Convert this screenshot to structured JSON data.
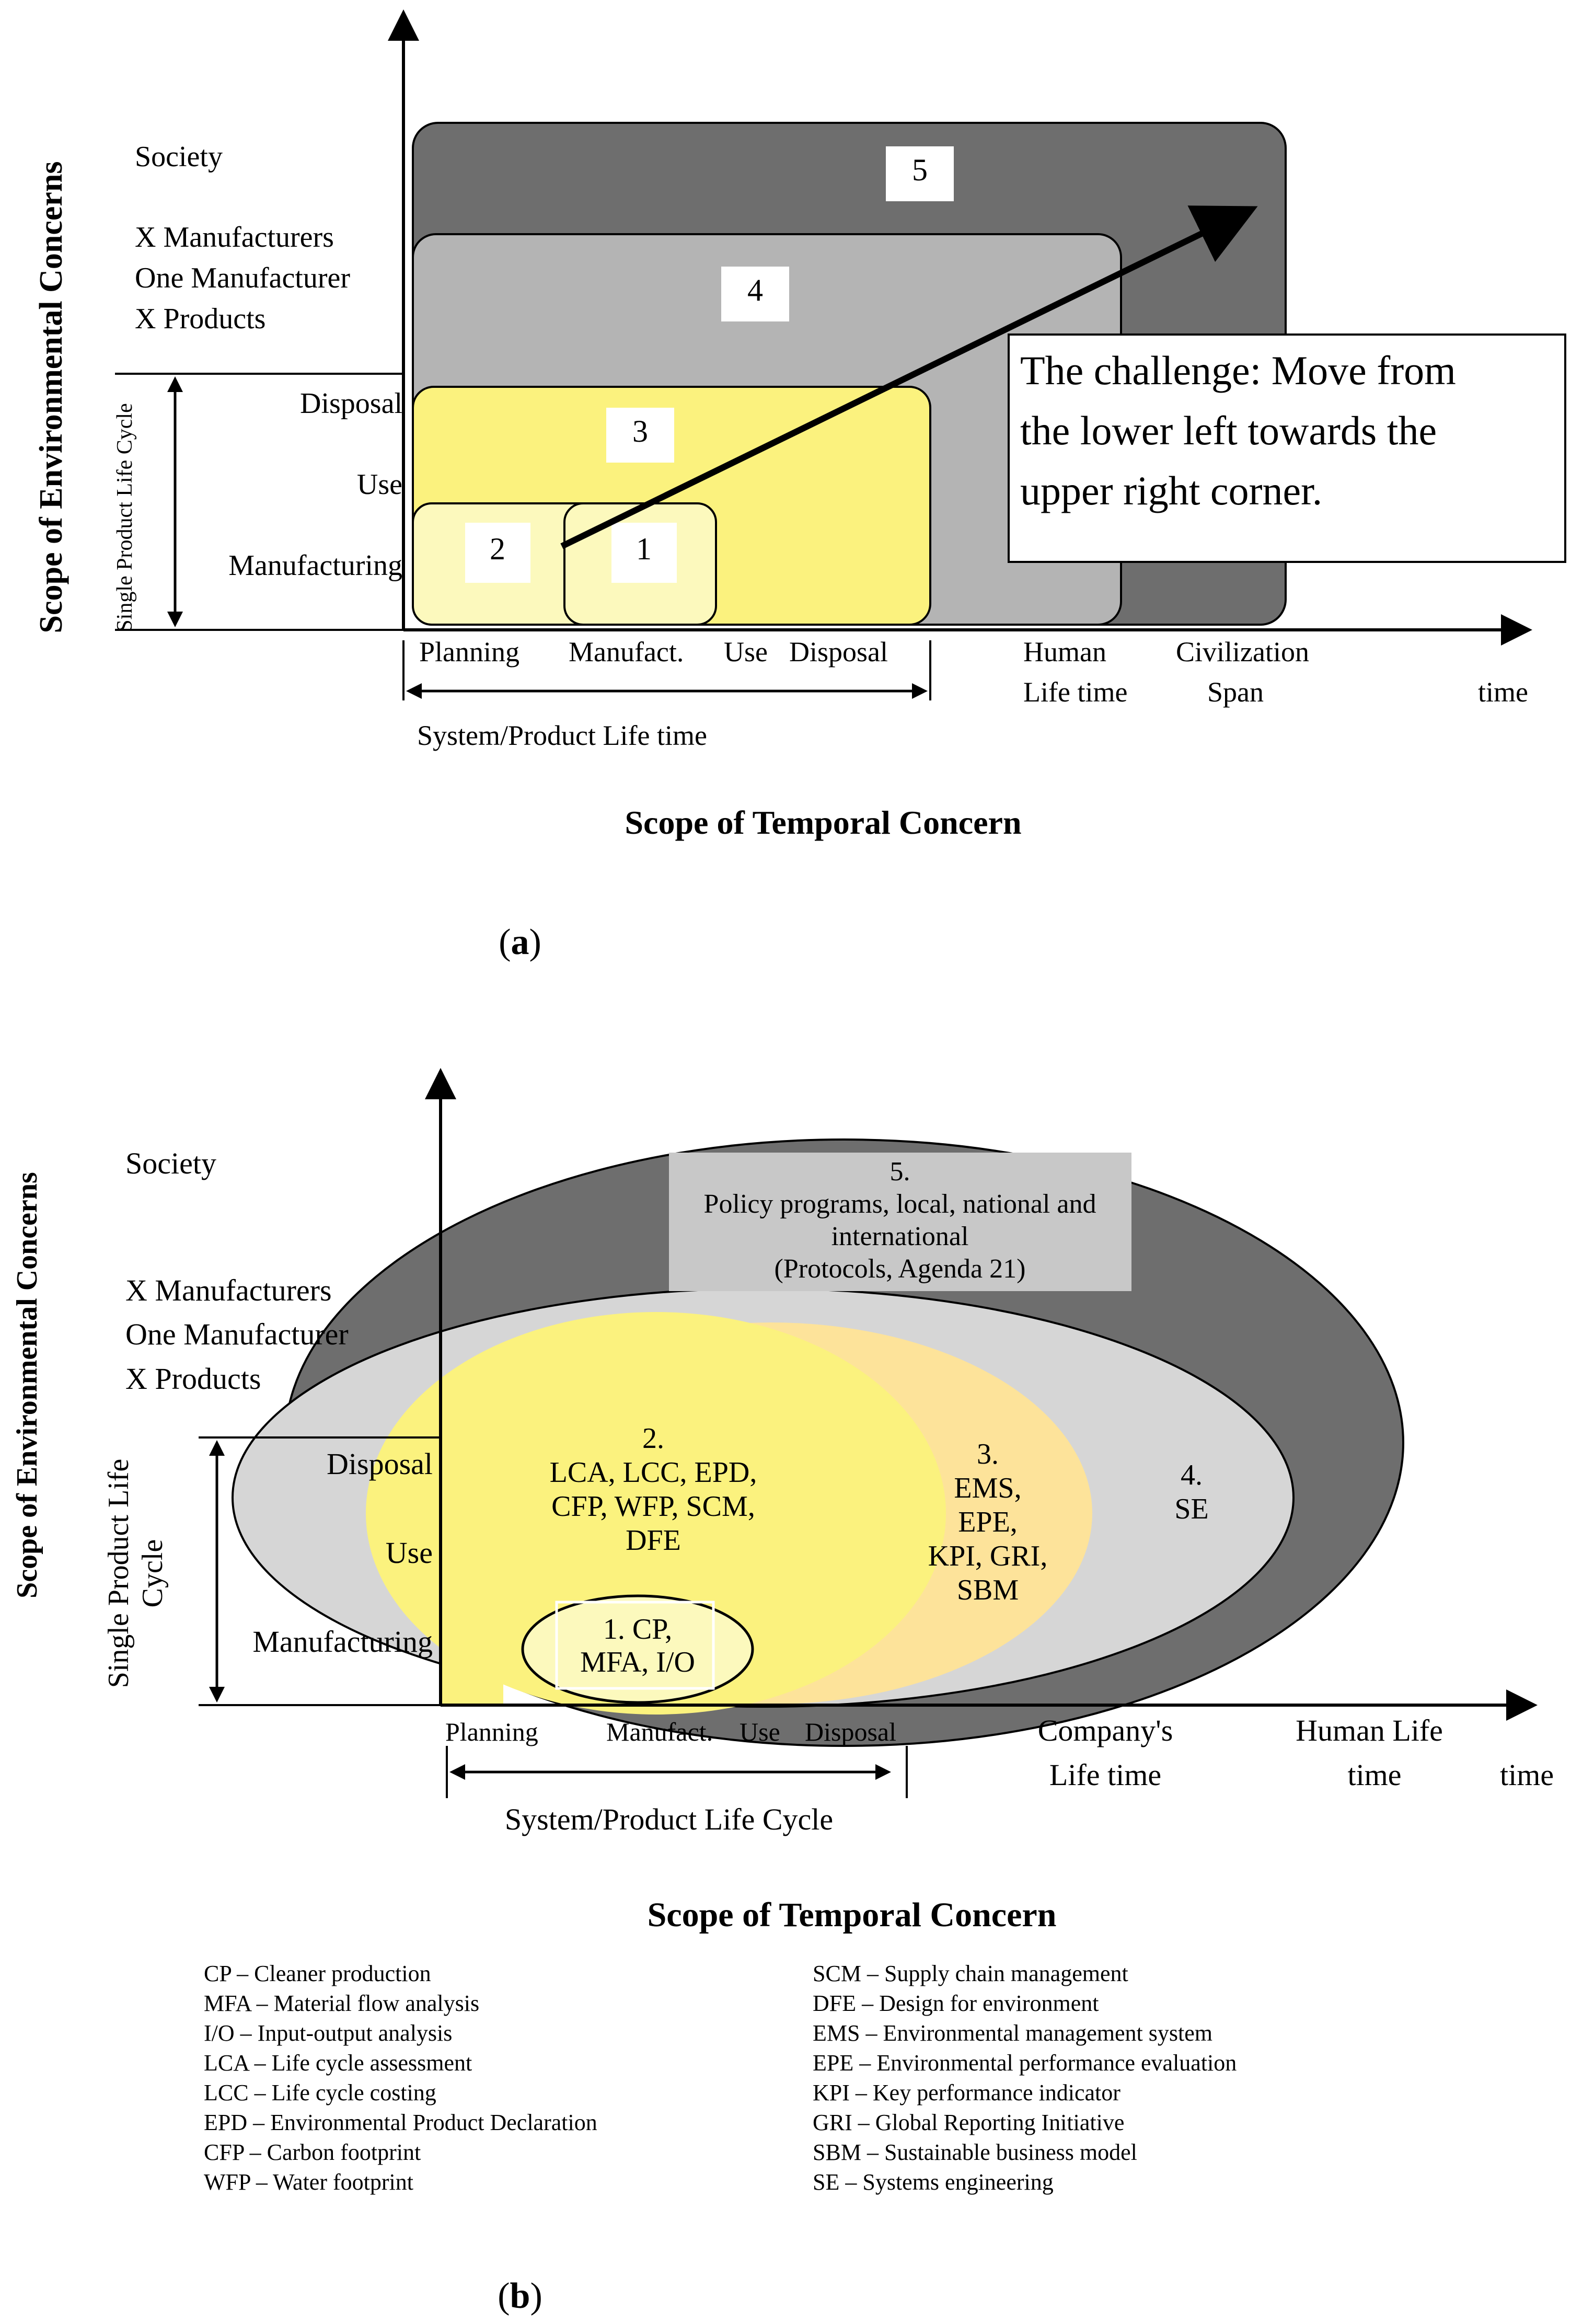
{
  "diagram_a": {
    "y_axis_title": "Scope of Environmental Concerns",
    "y_levels": {
      "society": "Society",
      "x_manufacturers": "X Manufacturers",
      "one_manufacturer": "One Manufacturer",
      "x_products": "X Products",
      "disposal": "Disposal",
      "use": "Use",
      "manufacturing": "Manufacturing"
    },
    "side_label": "Single Product Life Cycle",
    "boxes": [
      "1",
      "2",
      "3",
      "4",
      "5"
    ],
    "x_ticks": {
      "planning": "Planning",
      "manufact": "Manufact.",
      "use": "Use",
      "disposal": "Disposal",
      "human_1": "Human",
      "human_2": "Life time",
      "civ_1": "Civilization",
      "civ_2": "Span",
      "time": "time"
    },
    "span_label": "System/Product Life time",
    "x_axis_title": "Scope of Temporal Concern",
    "challenge": [
      "The challenge: Move from",
      "the lower left towards the",
      "upper right corner."
    ],
    "caption_open": "(",
    "caption_letter": "a",
    "caption_close": ")"
  },
  "diagram_b": {
    "y_axis_title": "Scope of Environmental Concerns",
    "y_levels": {
      "society": "Society",
      "x_manufacturers": "X Manufacturers",
      "one_manufacturer": "One Manufacturer",
      "x_products": "X Products",
      "disposal": "Disposal",
      "use": "Use",
      "manufacturing": "Manufacturing"
    },
    "side_label_1": "Single Product Life",
    "side_label_2": "Cycle",
    "zone5": [
      "5.",
      "Policy programs, local, national and",
      "international",
      "(Protocols, Agenda 21)"
    ],
    "zone4": [
      "4.",
      "SE"
    ],
    "zone3": [
      "3.",
      "EMS,",
      "EPE,",
      "KPI, GRI,",
      "SBM"
    ],
    "zone2": [
      "2.",
      "LCA, LCC, EPD,",
      "CFP, WFP, SCM,",
      "DFE"
    ],
    "zone1": [
      "1. CP,",
      "MFA, I/O"
    ],
    "x_ticks": {
      "planning": "Planning",
      "manufact": "Manufact.",
      "use": "Use",
      "disposal": "Disposal",
      "company_1": "Company's",
      "company_2": "Life time",
      "human_1": "Human Life",
      "human_2": "time",
      "time": "time"
    },
    "span_label": "System/Product Life Cycle",
    "x_axis_title": "Scope of Temporal Concern",
    "legend_left": [
      "CP – Cleaner production",
      "MFA – Material flow analysis",
      "I/O – Input-output analysis",
      "LCA – Life cycle assessment",
      "LCC – Life cycle costing",
      "EPD – Environmental Product Declaration",
      "CFP – Carbon footprint",
      "WFP – Water footprint"
    ],
    "legend_right": [
      "SCM – Supply chain management",
      "DFE – Design for environment",
      "EMS – Environmental management system",
      "EPE – Environmental performance evaluation",
      "KPI – Key performance indicator",
      "GRI – Global Reporting Initiative",
      "SBM – Sustainable business model",
      "SE – Systems engineering"
    ],
    "caption_open": "(",
    "caption_letter": "b",
    "caption_close": ")"
  },
  "colors": {
    "dark_gray": "#6e6e6e",
    "mid_gray": "#b4b4b4",
    "light_gray": "#d6d6d6",
    "yellow": "#fbf27e",
    "light_yellow": "#fcf9bd",
    "peach": "#fde39a",
    "label_box": "#c8c8c8"
  }
}
